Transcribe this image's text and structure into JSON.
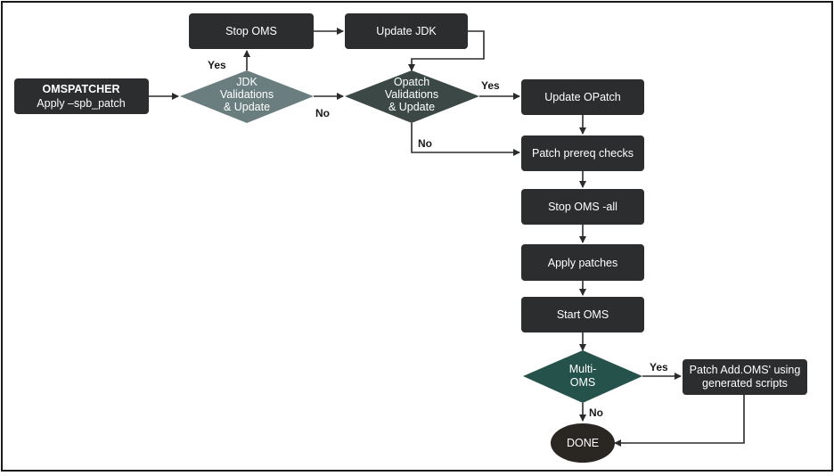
{
  "colors": {
    "box": "#2b2d2f",
    "diamond_jdk": "#6b7e7f",
    "diamond_opatch": "#3b4846",
    "diamond_multi": "#26524c",
    "edge": "#2b2b2b",
    "frame": "#1a1a1a"
  },
  "nodes": {
    "omspatcher_title": "OMSPATCHER",
    "omspatcher_sub": "Apply –spb_patch",
    "jdk_line1": "JDK",
    "jdk_line2": "Validations",
    "jdk_line3": "& Update",
    "stop_oms": "Stop OMS",
    "update_jdk": "Update JDK",
    "opatch_line1": "Opatch",
    "opatch_line2": "Validations",
    "opatch_line3": "& Update",
    "update_opatch": "Update OPatch",
    "prereq": "Patch prereq checks",
    "stop_all": "Stop OMS -all",
    "apply": "Apply patches",
    "start": "Start OMS",
    "multi_line1": "Multi-",
    "multi_line2": "OMS",
    "patch_add_line1": "Patch Add.OMS' using",
    "patch_add_line2": "generated scripts",
    "done": "DONE"
  },
  "edge_labels": {
    "jdk_yes": "Yes",
    "jdk_no": "No",
    "opatch_yes": "Yes",
    "opatch_no": "No",
    "multi_yes": "Yes",
    "multi_no": "No"
  }
}
